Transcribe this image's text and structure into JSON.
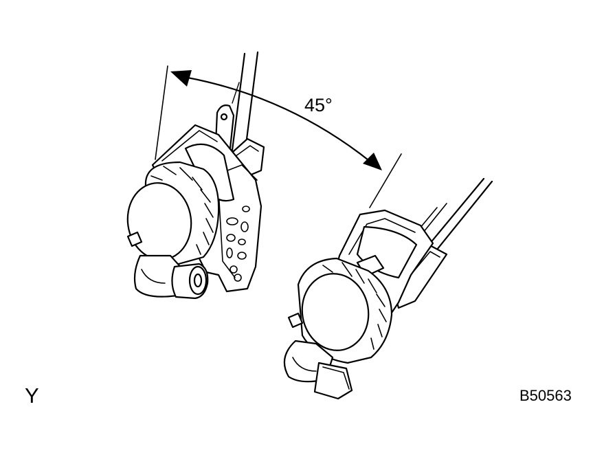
{
  "figure": {
    "angle_label": "45°",
    "view_letter": "Y",
    "figure_code": "B50563"
  },
  "colors": {
    "ink": "#000000",
    "paper": "#ffffff"
  }
}
